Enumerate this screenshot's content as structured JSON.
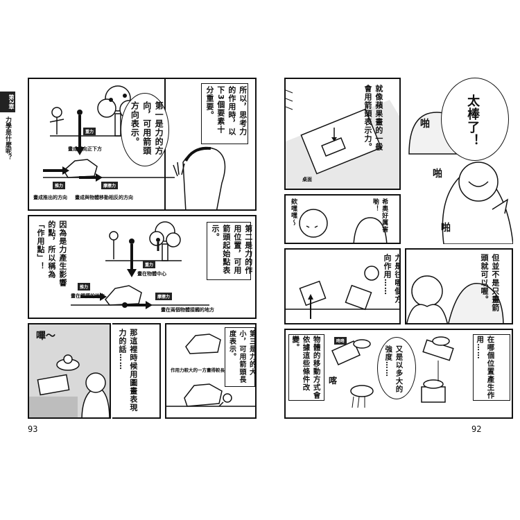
{
  "chapter_tab": {
    "chapter": "第2章",
    "title": "力學是什麼呢？"
  },
  "page_numbers": {
    "left": "93",
    "right": "92"
  },
  "left_page": {
    "panel1": {
      "narration_a": "所以，思考力的作用時，以下3個要素十分重要。",
      "narration_b": "第一是力的方向，可用箭頭方向表示。",
      "label_gravity": "重力",
      "caption_gravity": "畫成朝向正下方",
      "label_push": "推力",
      "caption_push": "畫成推出的方向",
      "label_friction": "摩擦力",
      "caption_friction": "畫成與物體移動相反的方向"
    },
    "panel2": {
      "narration_a": "第二是力的作用位置，可用箭頭起始點表示。",
      "narration_b": "因為是力產生影響的點，所以稱為「作用點」！",
      "label_gravity": "重力",
      "caption_gravity": "畫在物體中心",
      "label_push": "推力",
      "caption_push": "畫在觸摸的地方",
      "label_friction": "摩擦力",
      "caption_friction": "畫在兩個物體接觸的地方"
    },
    "panel3": {
      "sfx": "嗶～",
      "speech": "那這裡時候用圖畫表現力的話……"
    },
    "panel4": {
      "narration": "第三是力的大小，可用箭頭長度表示。",
      "caption": "作用力較大的一方畫得較長"
    }
  },
  "right_page": {
    "panel1": {
      "narration": "就像蘋果畫的一般會用箭頭表示力。",
      "label_desk": "桌面"
    },
    "panel2": {
      "sfx_a": "啪",
      "sfx_b": "啪",
      "sfx_c": "啪",
      "speech": "太棒了！"
    },
    "panel3": {
      "speech_a": "欸嘿嘿～",
      "speech_b": "希奧好厲害喲！"
    },
    "panel4": {
      "narration_a": "力是往哪個方向作用……",
      "narration_b": "但並不是只畫箭頭就可以喔。"
    },
    "panel5": {
      "narration_a": "物體的移動方式會依據這些條件改變。",
      "narration_b": "又是以多大的強度……",
      "narration_c": "在哪個位置產生作用……",
      "sfx_a": "喀",
      "sfx_b": "咚咚"
    }
  }
}
